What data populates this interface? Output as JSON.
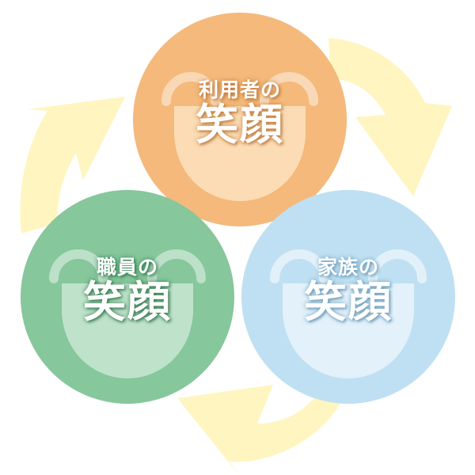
{
  "colors": {
    "arrow": "#fff5c0",
    "users_circle": "#f4b97b",
    "users_mouth": "#fbdcb5",
    "staff_circle": "#86c79c",
    "staff_mouth": "#bfe2cb",
    "family_circle": "#bfe0f2",
    "family_mouth": "#e2f1fa",
    "text": "#ffffff"
  },
  "circles": {
    "users": {
      "subtitle": "利用者の",
      "title": "笑顔"
    },
    "staff": {
      "subtitle": "職員の",
      "title": "笑顔"
    },
    "family": {
      "subtitle": "家族の",
      "title": "笑顔"
    }
  }
}
